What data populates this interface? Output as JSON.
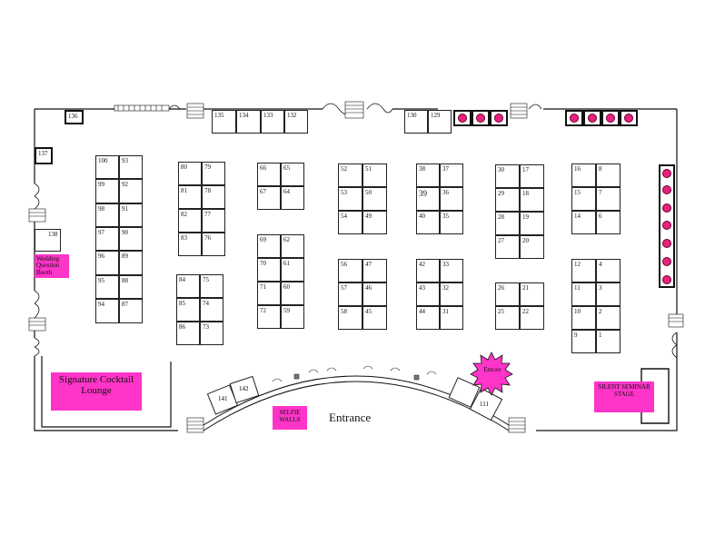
{
  "areas": {
    "signature_lounge": "Signature Cocktail Lounge",
    "wedding_booth": "Wedding Question Booth",
    "selfie_walls": "SELFIE WALLS",
    "silent_stage": "SILENT SEMINAR STAGE",
    "emcee": "Emcee",
    "entrance": "Entrance"
  },
  "booths": {
    "b136": "136",
    "b137": "137",
    "b138": "138",
    "b135": "135",
    "b134": "134",
    "b133": "133",
    "b132": "132",
    "b130": "130",
    "b129": "129",
    "b100": "100",
    "b93": "93",
    "b99": "99",
    "b92": "92",
    "b98": "98",
    "b91": "91",
    "b97": "97",
    "b90": "90",
    "b96": "96",
    "b89": "89",
    "b95": "95",
    "b88": "88",
    "b94": "94",
    "b87": "87",
    "b80": "80",
    "b79": "79",
    "b81": "81",
    "b78": "78",
    "b82": "82",
    "b77": "77",
    "b83": "83",
    "b76": "76",
    "b84": "84",
    "b75": "75",
    "b85": "85",
    "b74": "74",
    "b86": "86",
    "b73": "73",
    "b66": "66",
    "b65": "65",
    "b67": "67",
    "b64": "64",
    "b69": "69",
    "b62": "62",
    "b70": "70",
    "b61": "61",
    "b71": "71",
    "b60": "60",
    "b72": "72",
    "b59": "59",
    "b52": "52",
    "b51": "51",
    "b53": "53",
    "b50": "50",
    "b54": "54",
    "b49": "49",
    "b56": "56",
    "b47": "47",
    "b57": "57",
    "b46": "46",
    "b58": "58",
    "b45": "45",
    "b38": "38",
    "b37": "37",
    "b39": "39",
    "b36": "36",
    "b40": "40",
    "b35": "35",
    "b42": "42",
    "b33": "33",
    "b43": "43",
    "b32": "32",
    "b44": "44",
    "b31": "31",
    "b30": "30",
    "b17": "17",
    "b29": "29",
    "b18": "18",
    "b28": "28",
    "b19": "19",
    "b27": "27",
    "b20": "20",
    "b26": "26",
    "b21": "21",
    "b25": "25",
    "b22": "22",
    "b16": "16",
    "b8": "8",
    "b15": "15",
    "b7": "7",
    "b14": "14",
    "b6": "6",
    "b12": "12",
    "b4": "4",
    "b11": "11",
    "b3": "3",
    "b10": "10",
    "b2": "2",
    "b9": "9",
    "b1": "1",
    "b141": "141",
    "b142": "142",
    "b111": "111"
  },
  "colors": {
    "highlight": "#ff34c8",
    "round_table": "#e8207e",
    "wall": "#111111"
  },
  "icons": {
    "round_table": "round-table-icon",
    "stairs": "stairs-icon",
    "door": "door-icon",
    "column": "column-icon"
  }
}
